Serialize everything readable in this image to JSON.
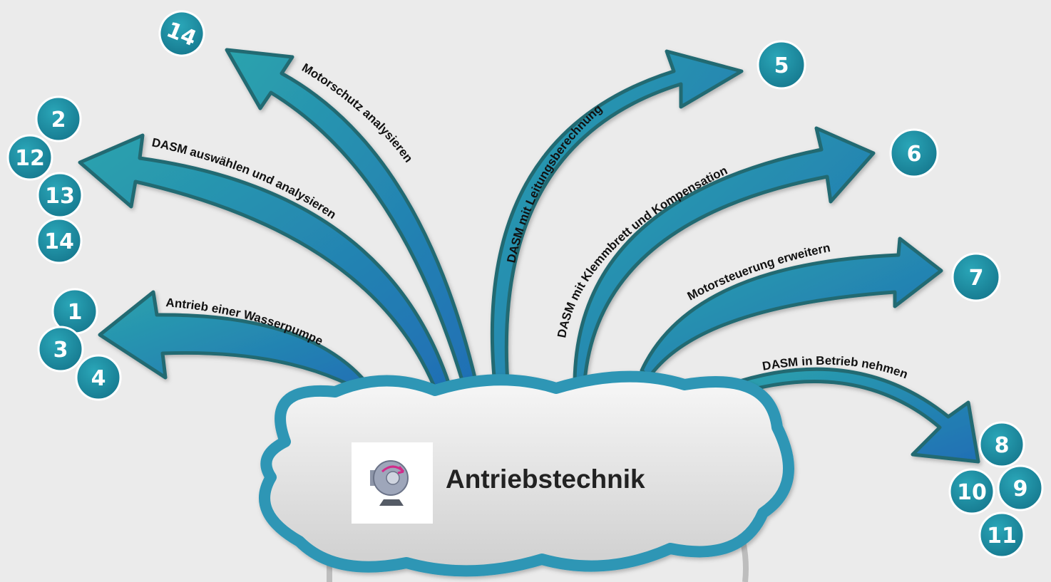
{
  "colors": {
    "background": "#ebebeb",
    "arrow_fill_light": "#2ba3ad",
    "arrow_fill_dark": "#1f6fb5",
    "arrow_edge": "#236a72",
    "badge_fill": "#1e8fa6",
    "badge_ring": "#ffffff",
    "cloud_border": "#2e96b5",
    "cloud_fill": "#e1e1e1"
  },
  "center": {
    "title": "Antriebstechnik",
    "icon": "electric-motor-icon"
  },
  "arrows": [
    {
      "label": "Antrieb einer Wasserpumpe",
      "badges": [
        "1",
        "3",
        "4"
      ]
    },
    {
      "label": "DASM auswählen und analysieren",
      "badges": [
        "2",
        "12",
        "13",
        "14"
      ]
    },
    {
      "label": "Motorschutz analysieren",
      "badges": [
        "14"
      ]
    },
    {
      "label": "DASM mit Leitungsberechnung",
      "badges": [
        "5"
      ]
    },
    {
      "label": "DASM mit Klemmbrett und Kompensation",
      "badges": [
        "6"
      ]
    },
    {
      "label": "Motorsteuerung erweitern",
      "badges": [
        "7"
      ]
    },
    {
      "label": "DASM in Betrieb nehmen",
      "badges": [
        "8",
        "9",
        "10",
        "11"
      ]
    }
  ]
}
